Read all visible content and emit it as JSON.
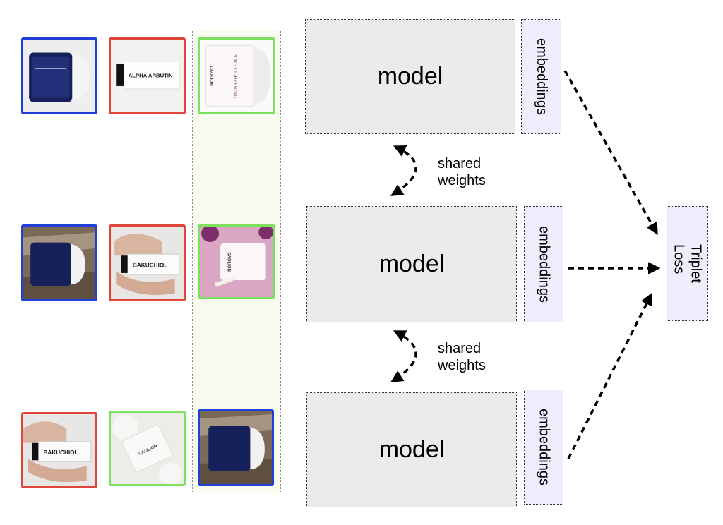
{
  "model_label": "model",
  "embeddings_label": "embeddings",
  "loss": {
    "line1": "Triplet",
    "line2": "Loss"
  },
  "shared_weights": {
    "line1": "shared",
    "line2": "weights"
  },
  "colors": {
    "anchor": "#1f3fd8",
    "negative": "#e0453a",
    "positive": "#7ee05f",
    "model_fill": "#ebebeb",
    "embedding_fill": "#f1ecfb"
  },
  "thumbnails": [
    {
      "role": "anchor",
      "product": "dark-jar"
    },
    {
      "role": "negative",
      "product": "tube",
      "text": "ALPHA ARBUTIN"
    },
    {
      "role": "positive",
      "product": "white-jar",
      "text": "PORE TIGHTENING",
      "brand": "CAOLION"
    },
    {
      "role": "anchor",
      "product": "dark-jar"
    },
    {
      "role": "negative",
      "product": "tube",
      "text": "BAKUCHIOL"
    },
    {
      "role": "positive",
      "product": "white-jar",
      "brand": "CAOLION"
    },
    {
      "role": "negative",
      "product": "tube",
      "text": "BAKUCHIOL"
    },
    {
      "role": "positive",
      "product": "white-jar",
      "brand": "CAOLION"
    },
    {
      "role": "anchor",
      "product": "dark-jar"
    }
  ]
}
